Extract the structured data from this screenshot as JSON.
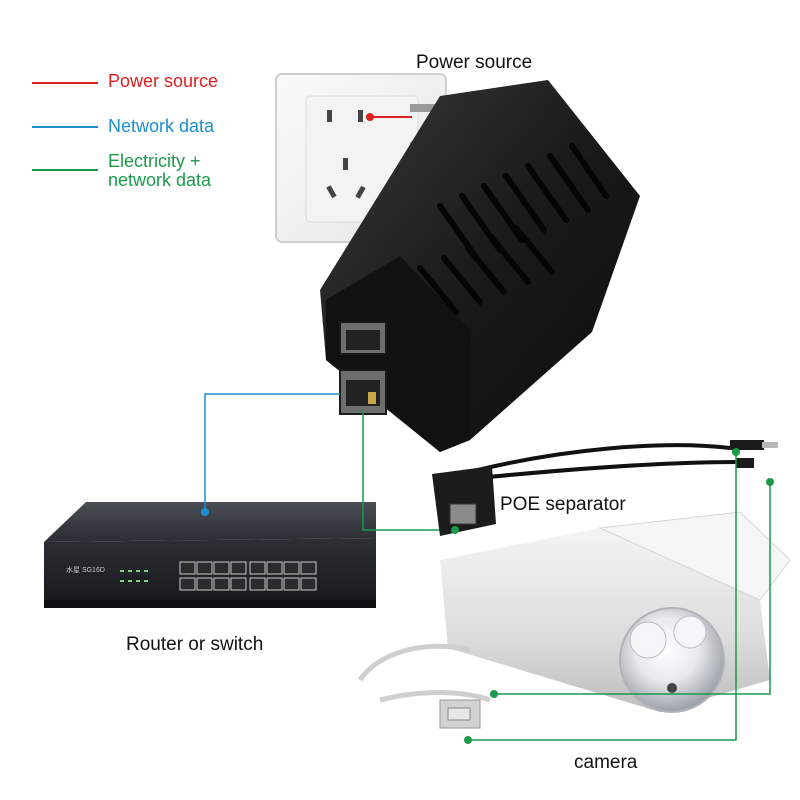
{
  "legend": {
    "power": {
      "label": "Power source",
      "color": "#e02020"
    },
    "network": {
      "label": "Network data",
      "color": "#1a8fd0"
    },
    "combined": {
      "label_line1": "Electricity +",
      "label_line2": "network data",
      "color": "#1a9a4a"
    }
  },
  "labels": {
    "power_source": "Power source",
    "poe_separator": "POE separator",
    "router_switch": "Router or switch",
    "camera": "camera"
  },
  "switch_brand": "水星 SG16D",
  "icons": [
    "wall-socket-icon",
    "poe-injector-icon",
    "network-switch-icon",
    "poe-separator-icon",
    "cctv-camera-icon"
  ]
}
